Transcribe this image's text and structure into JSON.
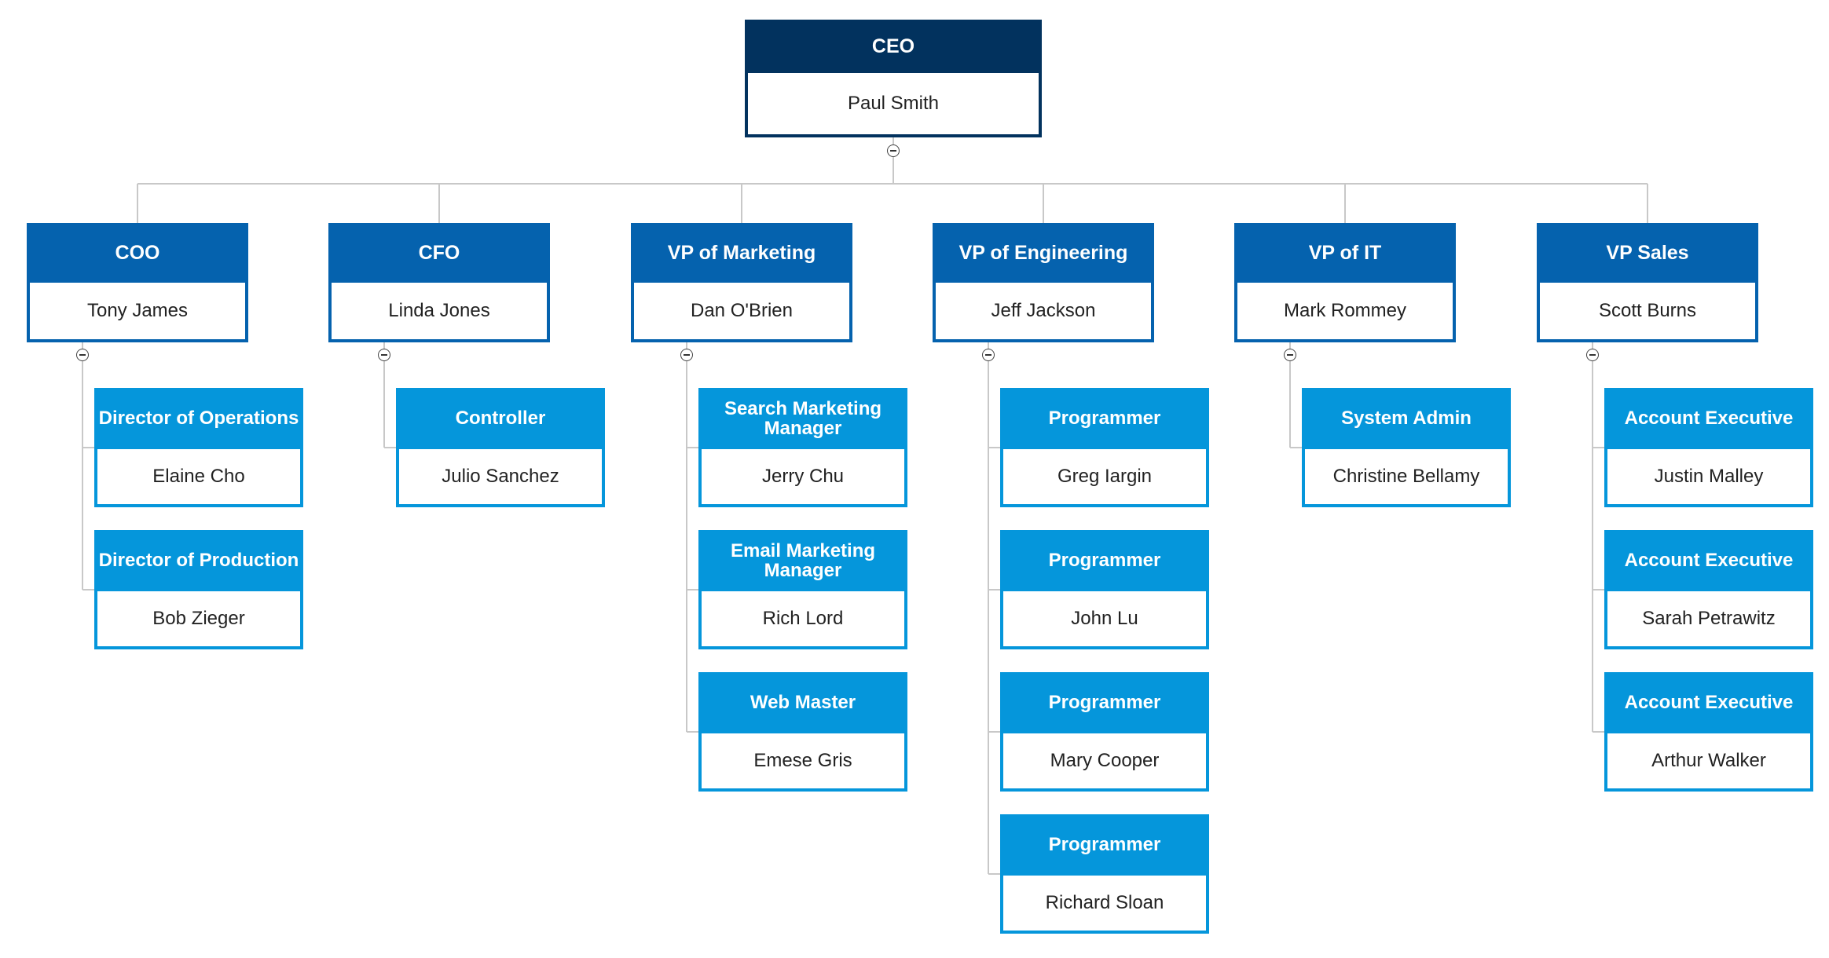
{
  "chart_data": {
    "type": "org-chart",
    "root": {
      "title": "CEO",
      "name": "Paul Smith"
    },
    "executives": [
      {
        "title": "COO",
        "name": "Tony James",
        "reports": [
          {
            "title": "Director of Operations",
            "name": "Elaine Cho"
          },
          {
            "title": "Director of Production",
            "name": "Bob Zieger"
          }
        ]
      },
      {
        "title": "CFO",
        "name": "Linda Jones",
        "reports": [
          {
            "title": "Controller",
            "name": "Julio Sanchez"
          }
        ]
      },
      {
        "title": "VP of Marketing",
        "name": "Dan O'Brien",
        "reports": [
          {
            "title": "Search Marketing Manager",
            "name": "Jerry Chu"
          },
          {
            "title": "Email Marketing Manager",
            "name": "Rich Lord"
          },
          {
            "title": "Web Master",
            "name": "Emese Gris"
          }
        ]
      },
      {
        "title": "VP of Engineering",
        "name": "Jeff Jackson",
        "reports": [
          {
            "title": "Programmer",
            "name": "Greg Iargin"
          },
          {
            "title": "Programmer",
            "name": "John Lu"
          },
          {
            "title": "Programmer",
            "name": "Mary Cooper"
          },
          {
            "title": "Programmer",
            "name": "Richard Sloan"
          }
        ]
      },
      {
        "title": "VP of IT",
        "name": "Mark Rommey",
        "reports": [
          {
            "title": "System Admin",
            "name": "Christine Bellamy"
          }
        ]
      },
      {
        "title": "VP Sales",
        "name": "Scott Burns",
        "reports": [
          {
            "title": "Account Executive",
            "name": "Justin Malley"
          },
          {
            "title": "Account Executive",
            "name": "Sarah Petrawitz"
          },
          {
            "title": "Account Executive",
            "name": "Arthur Walker"
          }
        ]
      }
    ]
  },
  "colors": {
    "ceo_header": "#02325e",
    "executive_header": "#0562ae",
    "report_header": "#0596db",
    "connector": "#c8c8c8"
  },
  "icons": {
    "toggle": "collapse-minus-icon"
  }
}
